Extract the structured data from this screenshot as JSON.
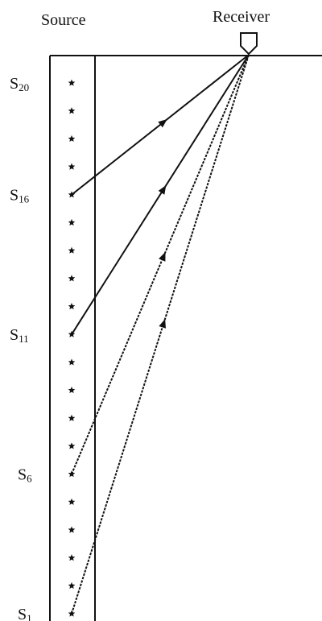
{
  "labels": {
    "source": "Source",
    "receiver": "Receiver"
  },
  "source_labels": [
    {
      "prefix": "S",
      "sub": "20",
      "index": 20
    },
    {
      "prefix": "S",
      "sub": "16",
      "index": 16
    },
    {
      "prefix": "S",
      "sub": "11",
      "index": 11
    },
    {
      "prefix": "S",
      "sub": "6",
      "index": 6
    },
    {
      "prefix": "S",
      "sub": "1",
      "index": 1
    }
  ],
  "source_count": 20,
  "rays_from_sources": [
    16,
    11,
    6,
    1
  ],
  "colors": {
    "ink": "#111111",
    "background": "#ffffff"
  }
}
